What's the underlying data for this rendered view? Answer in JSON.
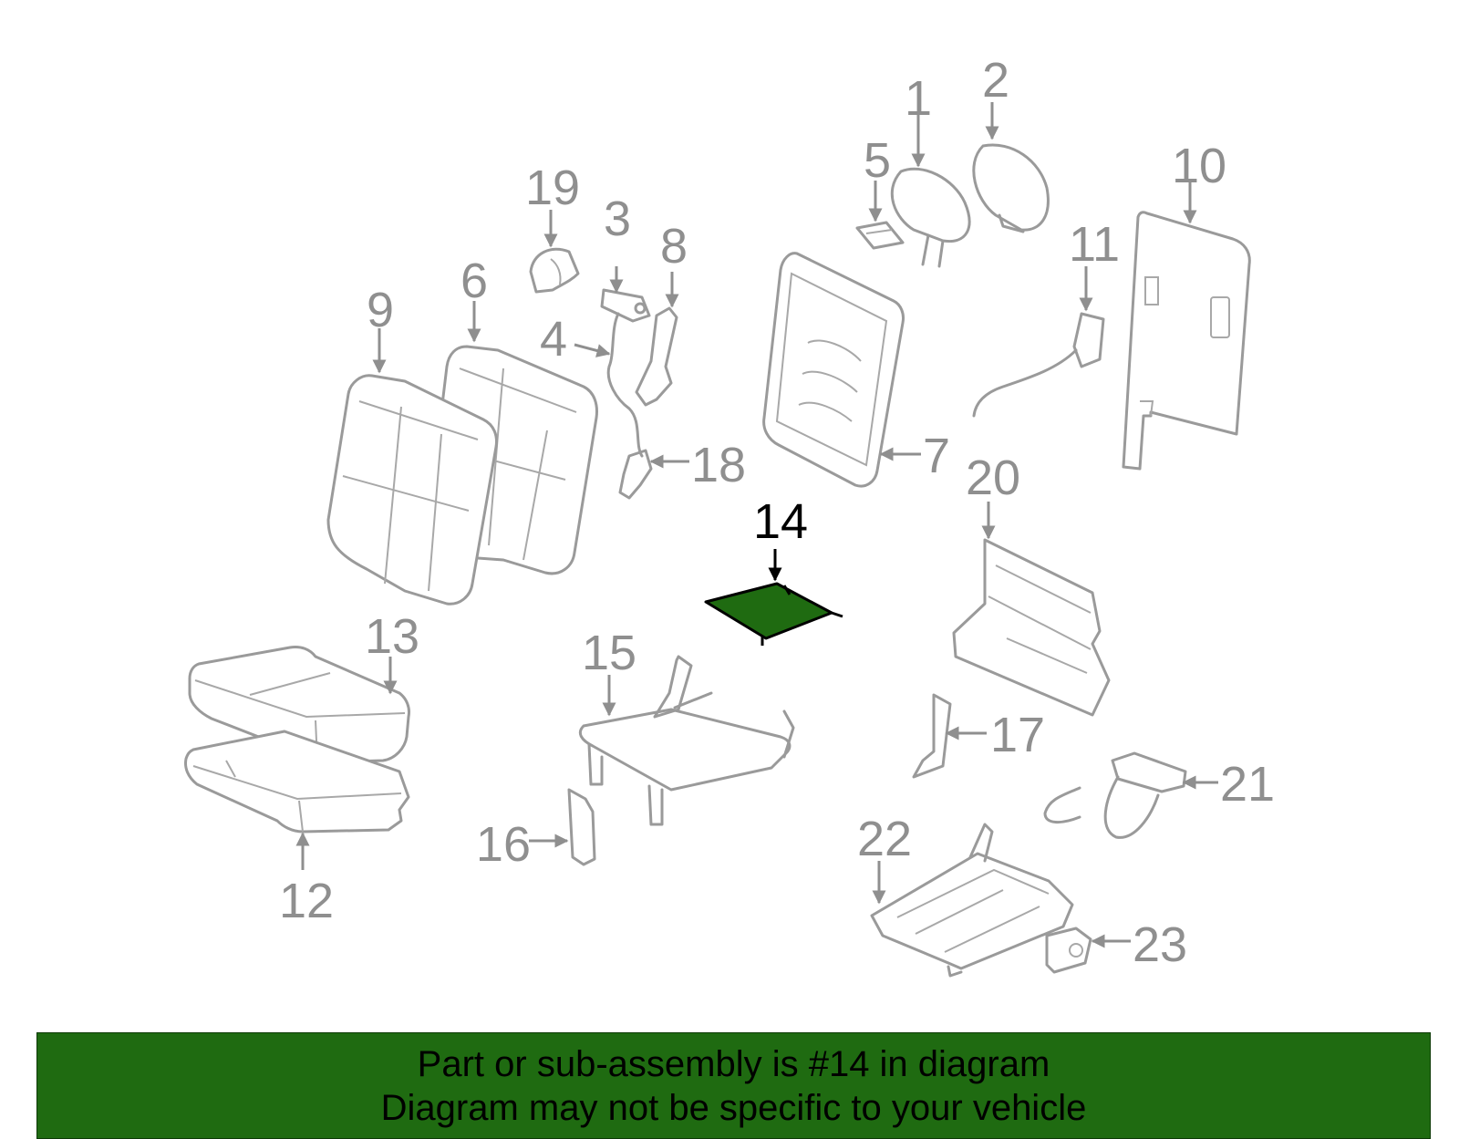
{
  "diagram": {
    "highlight_color": "#1f6b11",
    "line_color": "#9a9a9a",
    "callouts": [
      {
        "label": "1"
      },
      {
        "label": "2"
      },
      {
        "label": "3"
      },
      {
        "label": "4"
      },
      {
        "label": "5"
      },
      {
        "label": "6"
      },
      {
        "label": "7"
      },
      {
        "label": "8"
      },
      {
        "label": "9"
      },
      {
        "label": "10"
      },
      {
        "label": "11"
      },
      {
        "label": "12"
      },
      {
        "label": "13"
      },
      {
        "label": "14",
        "highlighted": true
      },
      {
        "label": "15"
      },
      {
        "label": "16"
      },
      {
        "label": "17"
      },
      {
        "label": "18"
      },
      {
        "label": "19"
      },
      {
        "label": "20"
      },
      {
        "label": "21"
      },
      {
        "label": "22"
      },
      {
        "label": "23"
      }
    ]
  },
  "banner": {
    "line1": "Part or sub-assembly is #14 in diagram",
    "line2": "Diagram may not be specific to your vehicle",
    "background": "#1f6b11",
    "text_color": "#000000"
  }
}
